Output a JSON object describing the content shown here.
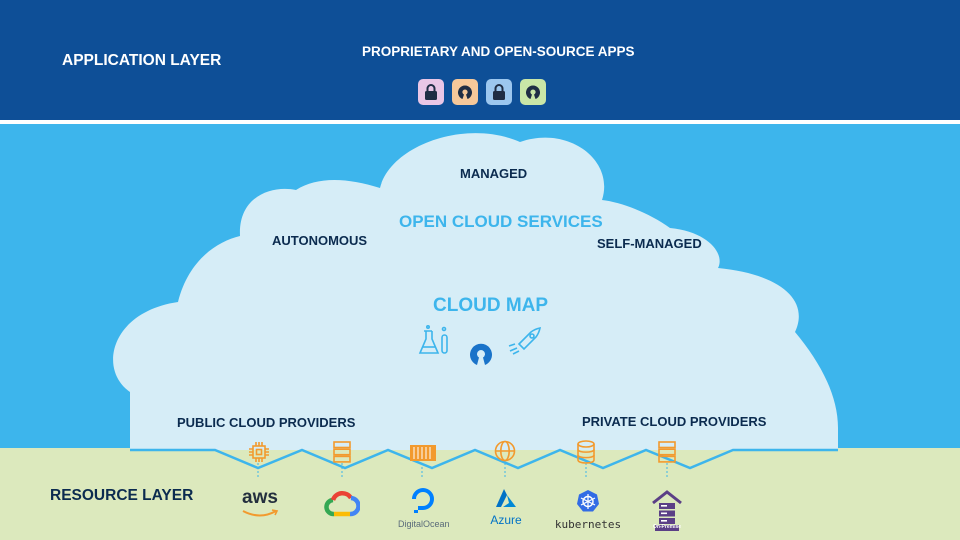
{
  "application_layer": {
    "label": "APPLICATION LAYER",
    "apps_title": "PROPRIETARY AND OPEN-SOURCE APPS",
    "app_icons": [
      {
        "icon": "lock-icon",
        "color": "#e9c6e6"
      },
      {
        "icon": "open-source-icon",
        "color": "#f6c89a"
      },
      {
        "icon": "lock-icon",
        "color": "#9cc7ef"
      },
      {
        "icon": "open-source-icon",
        "color": "#c9e6a7"
      }
    ]
  },
  "cloud": {
    "managed": "MANAGED",
    "open_cloud_services": "OPEN CLOUD SERVICES",
    "autonomous": "AUTONOMOUS",
    "self_managed": "SELF-MANAGED",
    "cloud_map": "CLOUD MAP",
    "map_icons": [
      "lab-flask-icon",
      "open-source-icon",
      "rocket-icon"
    ],
    "public_cloud_providers": "PUBLIC CLOUD PROVIDERS",
    "private_cloud_providers": "PRIVATE CLOUD PROVIDERS",
    "connector_icons": [
      "cpu-chip-icon",
      "server-icon",
      "container-icon",
      "globe-icon",
      "database-icon",
      "server-icon"
    ]
  },
  "resource_layer": {
    "label": "RESOURCE LAYER",
    "providers": [
      {
        "name": "aws",
        "icon": "aws-logo-icon"
      },
      {
        "name": "Google Cloud",
        "icon": "google-cloud-logo-icon"
      },
      {
        "name": "DigitalOcean",
        "icon": "digitalocean-logo-icon"
      },
      {
        "name": "Azure",
        "icon": "azure-logo-icon"
      },
      {
        "name": "kubernetes",
        "icon": "kubernetes-logo-icon"
      },
      {
        "name": "On-Premise",
        "icon": "on-premise-logo-icon"
      }
    ]
  },
  "colors": {
    "application_layer_bg": "#0e4f97",
    "middle_layer_bg": "#3db5ec",
    "cloud_fill": "#d6edf7",
    "resource_layer_bg": "#dce9bd",
    "accent_orange": "#f29a2e",
    "dark_text": "#0b2b4f"
  }
}
